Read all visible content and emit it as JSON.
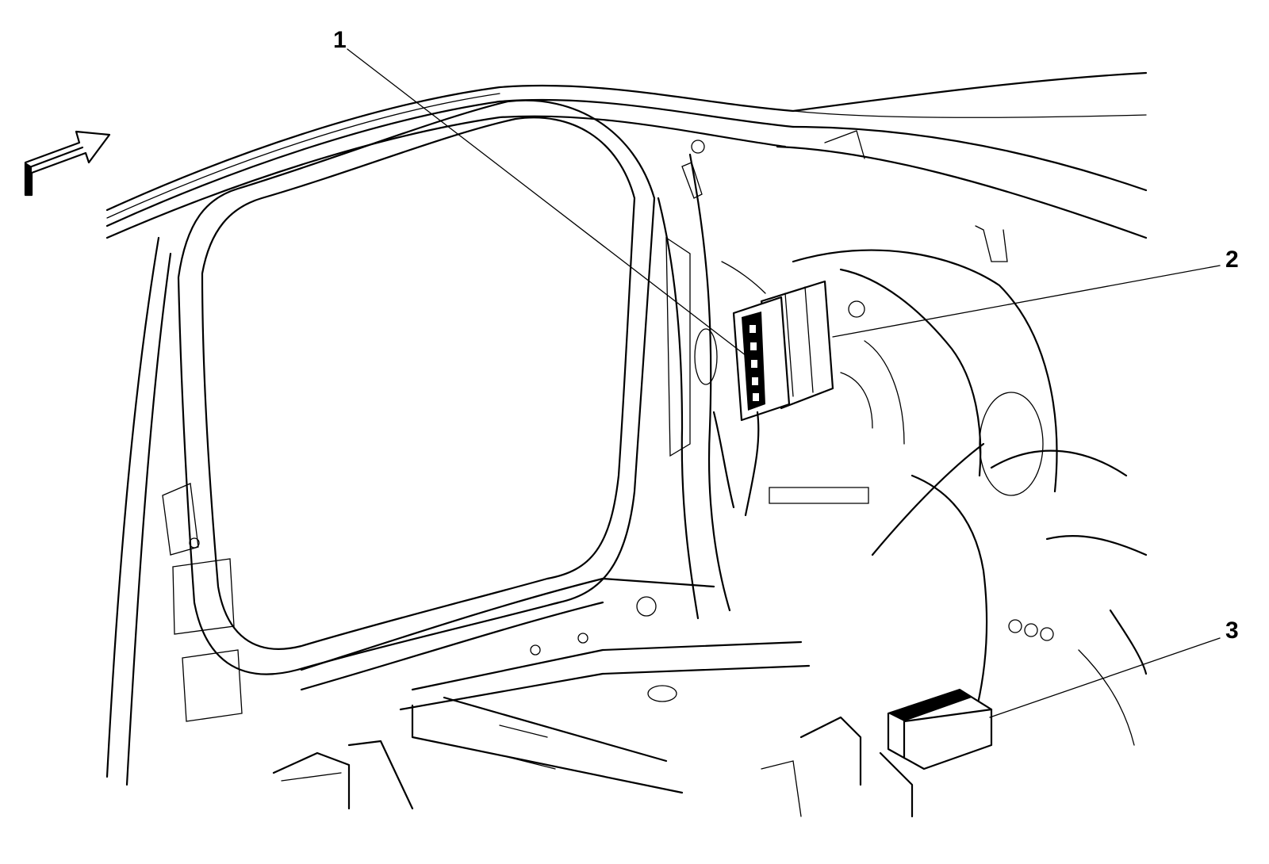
{
  "callouts": [
    {
      "label": "1"
    },
    {
      "label": "2"
    },
    {
      "label": "3"
    }
  ],
  "icons": [
    "front-direction-arrow-icon"
  ]
}
